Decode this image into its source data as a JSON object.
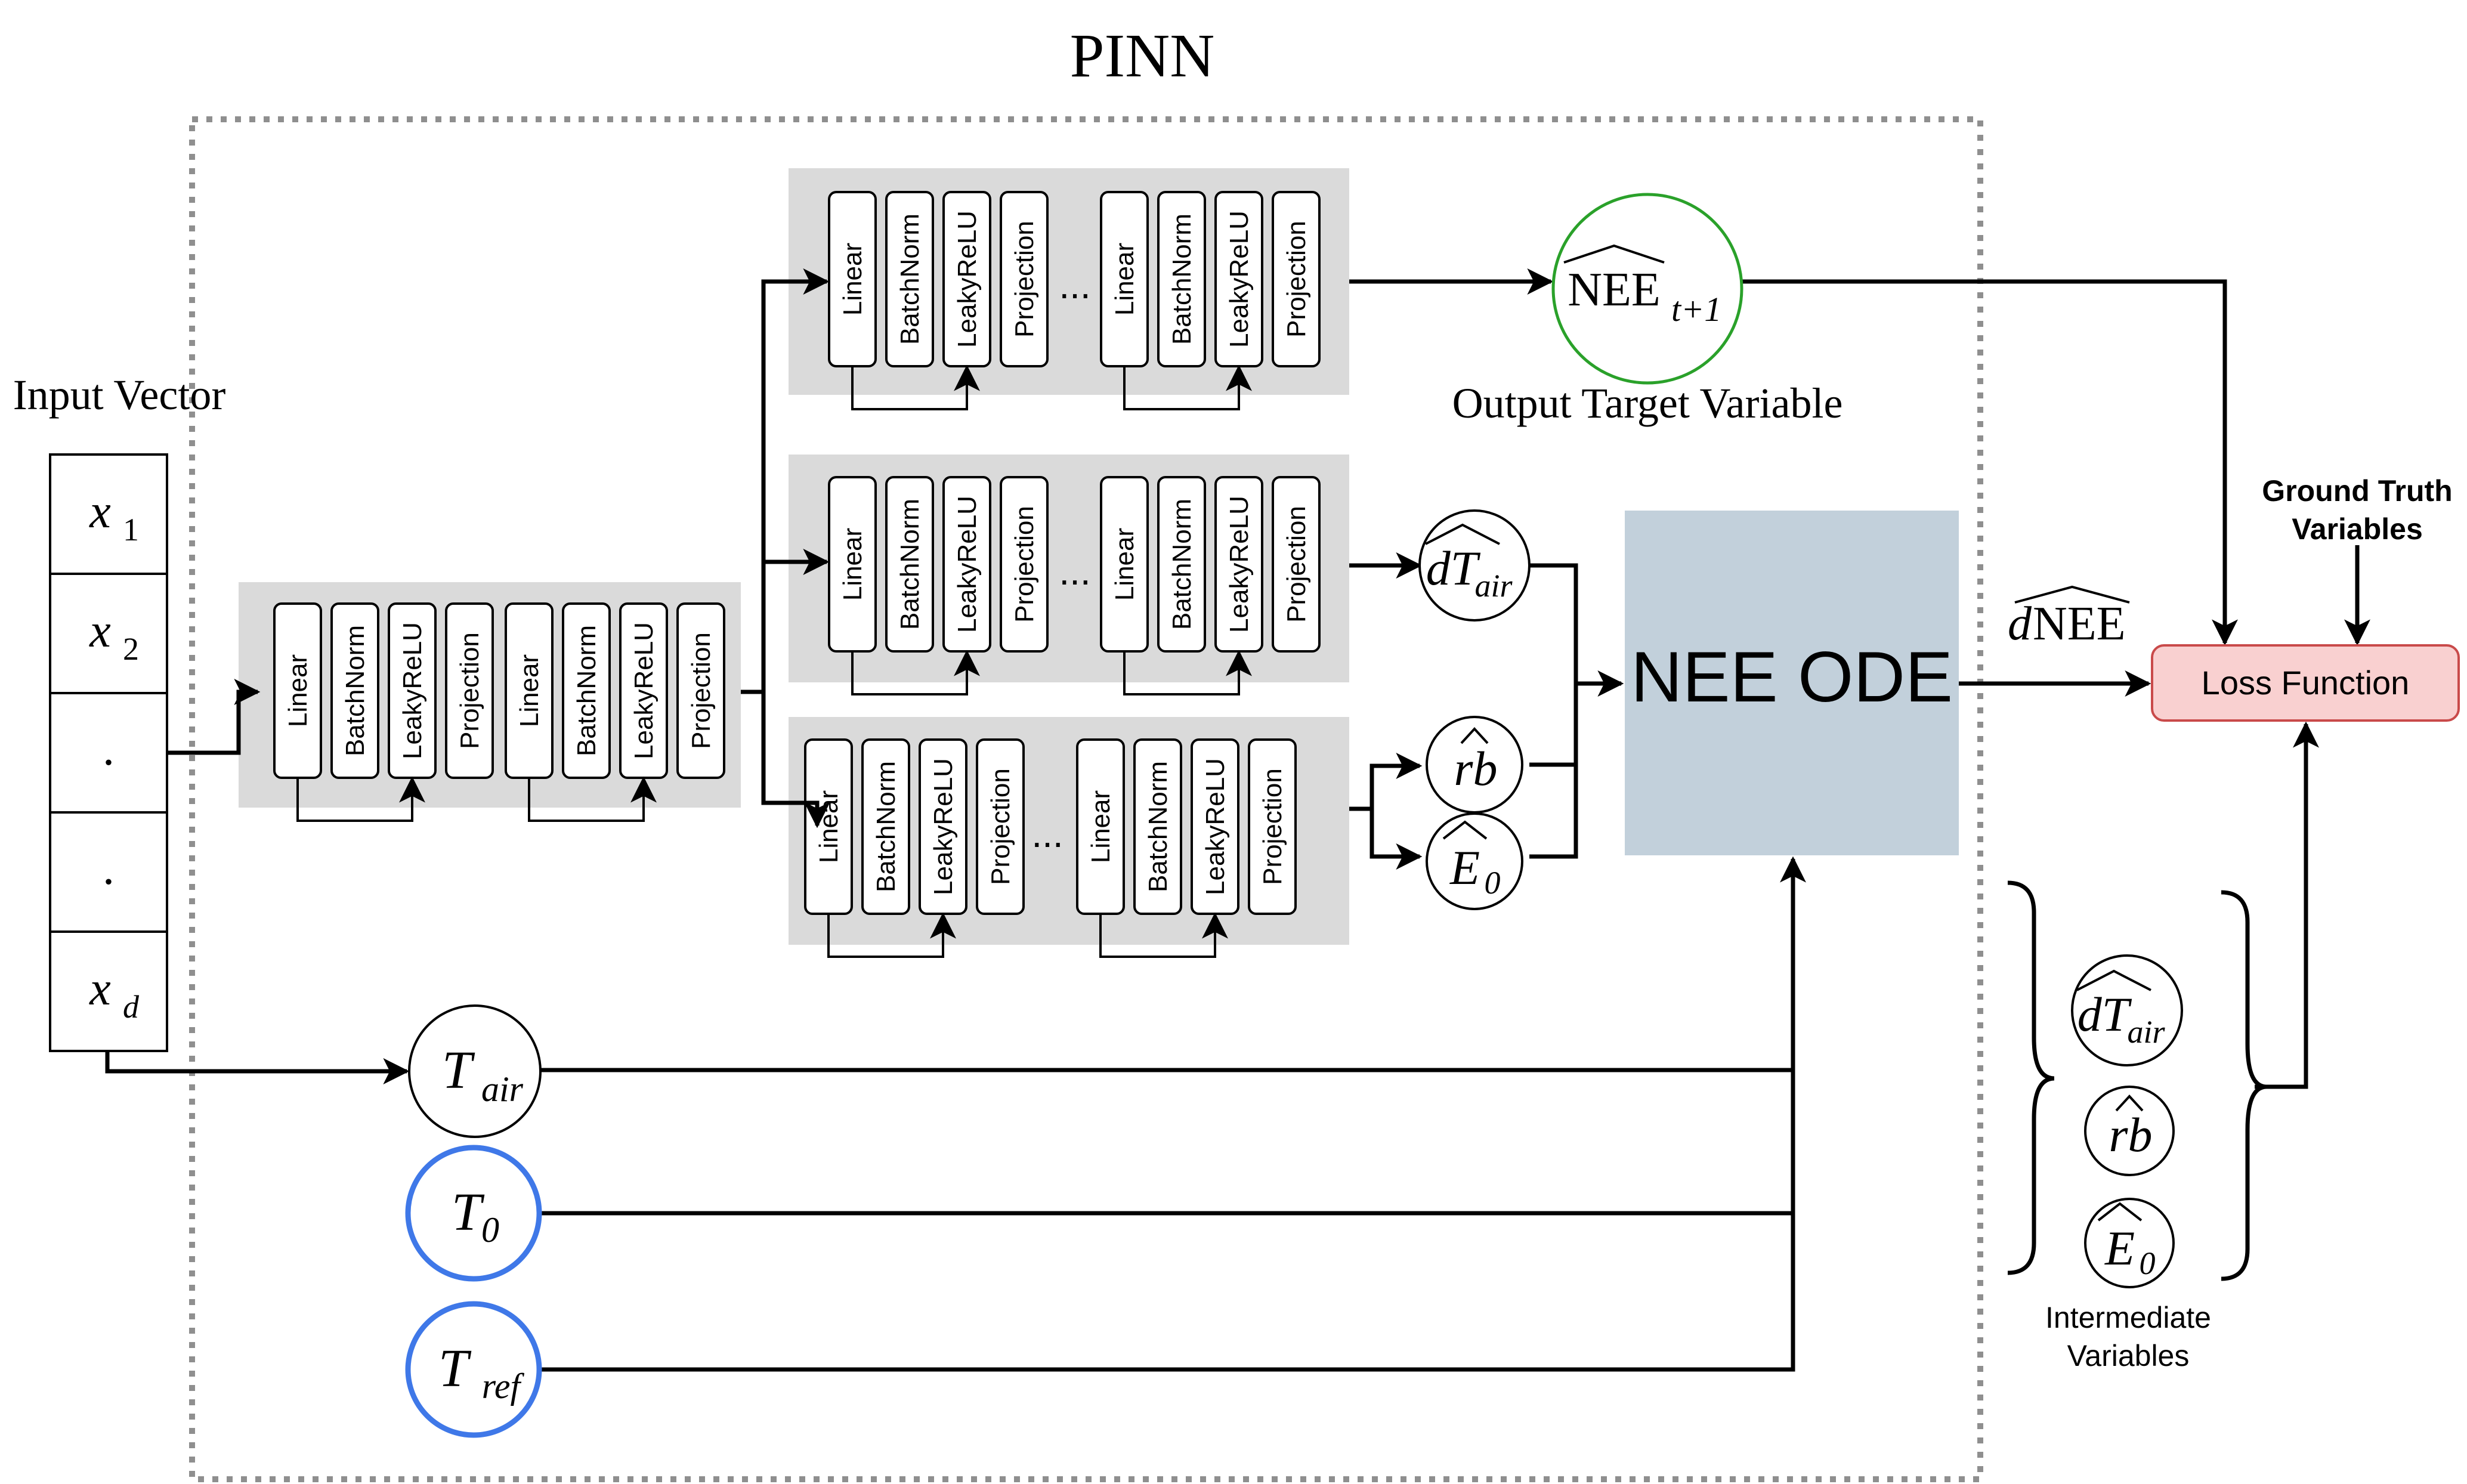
{
  "title": "PINN",
  "input_vector": {
    "label": "Input Vector",
    "cells": [
      {
        "var": "x",
        "sub": "1"
      },
      {
        "var": "x",
        "sub": "2"
      },
      {
        "var": ".",
        "sub": ""
      },
      {
        "var": ".",
        "sub": ""
      },
      {
        "var": "x",
        "sub": "d"
      }
    ]
  },
  "layer_names": [
    "Linear",
    "BatchNorm",
    "LeakyReLU",
    "Projection"
  ],
  "ellipsis": "...",
  "nodes": {
    "nee_hat": {
      "main": "NEE",
      "sub": "t+1"
    },
    "dtair_hat": {
      "main": "dT",
      "sub": "air"
    },
    "rb_hat": {
      "main": "rb"
    },
    "e0_hat": {
      "main": "E",
      "sub": "0"
    },
    "tair": {
      "main": "T",
      "sub": "air"
    },
    "t0": {
      "main": "T",
      "sub": "0"
    },
    "tref": {
      "main": "T",
      "sub": "ref"
    }
  },
  "output_label": "Output Target Variable",
  "ode_label": "NEE ODE",
  "dnee_label": {
    "d": "d",
    "main": "NEE"
  },
  "loss_label": "Loss Function",
  "ground_truth_label": [
    "Ground Truth",
    "Variables"
  ],
  "intermediate_label": [
    "Intermediate",
    "Variables"
  ],
  "colors": {
    "panel_gray": "#dadada",
    "ode_box": "#c2d0db",
    "loss_fill": "#f9d0d0",
    "loss_stroke": "#c94a4a",
    "output_circle": "#2aa12a",
    "param_circle": "#3f78e8"
  }
}
